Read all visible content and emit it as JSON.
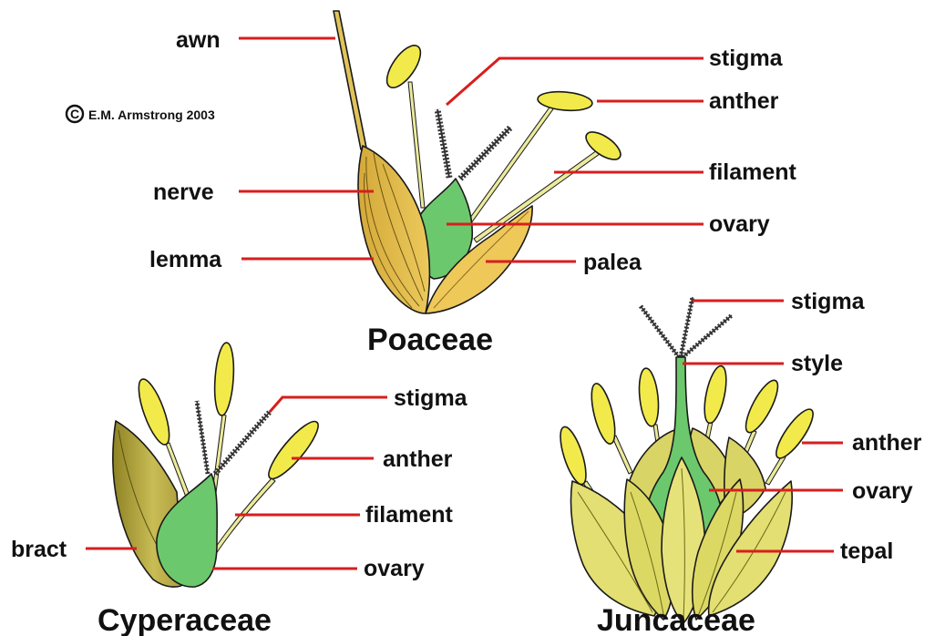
{
  "copyright": {
    "symbol": "C",
    "text": "E.M. Armstrong 2003"
  },
  "poaceae": {
    "title": "Poaceae",
    "labels": {
      "awn": "awn",
      "stigma": "stigma",
      "anther": "anther",
      "filament": "filament",
      "nerve": "nerve",
      "ovary": "ovary",
      "lemma": "lemma",
      "palea": "palea"
    }
  },
  "cyperaceae": {
    "title": "Cyperaceae",
    "labels": {
      "stigma": "stigma",
      "anther": "anther",
      "filament": "filament",
      "bract": "bract",
      "ovary": "ovary"
    }
  },
  "juncaceae": {
    "title": "Juncaceae",
    "labels": {
      "stigma": "stigma",
      "style": "style",
      "anther": "anther",
      "ovary": "ovary",
      "tepal": "tepal"
    }
  },
  "colors": {
    "leader_line": "#d81e1e",
    "anther": "#f2ea4a",
    "ovary": "#6cc86c",
    "lemma": "#e6c04a",
    "palea": "#efc85a",
    "bract": "#b5a83e",
    "tepal": "#e3df72",
    "filament": "#ecea9c",
    "stigma": "#333333"
  }
}
